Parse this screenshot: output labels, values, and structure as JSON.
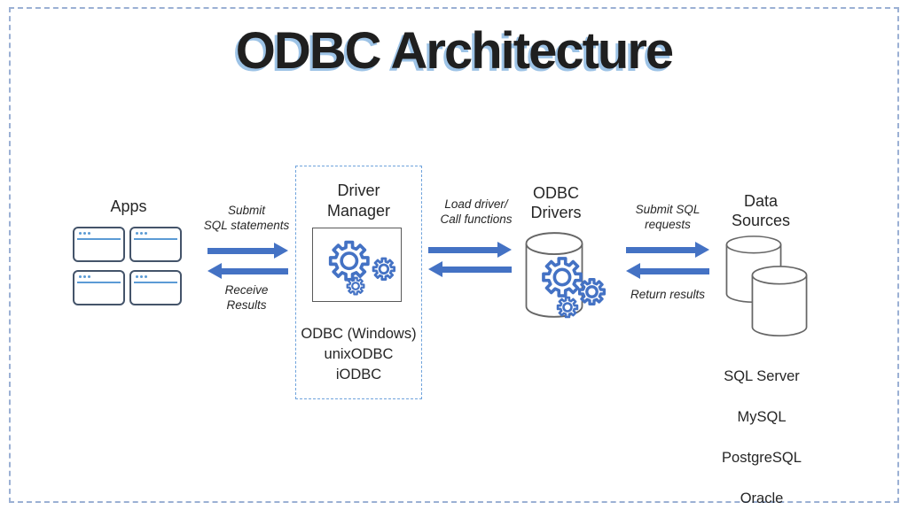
{
  "title": "ODBC Architecture",
  "colors": {
    "title_text": "#1F1F1F",
    "title_shadow": "#9DC3E6",
    "text": "#262626",
    "arrow": "#4472C4",
    "gear": "#4472C4",
    "window_border": "#44546A",
    "window_accent": "#5B9BD5",
    "cylinder": "#666666",
    "dm_border": "#6FA3DC",
    "page_border": "#9BB0D4"
  },
  "apps": {
    "label": "Apps",
    "window_count": 4
  },
  "flows": {
    "apps_to_dm": {
      "forward": "Submit\nSQL statements",
      "backward": "Receive\nResults"
    },
    "dm_to_drivers": {
      "forward": "Load driver/\nCall functions"
    },
    "drivers_to_sources": {
      "forward": "Submit SQL\nrequests",
      "backward": "Return results"
    }
  },
  "driver_manager": {
    "label": "Driver\nManager",
    "icon": "gears-icon",
    "implementations": [
      "ODBC (Windows)",
      "unixODBC",
      "iODBC"
    ]
  },
  "odbc_drivers": {
    "label": "ODBC\nDrivers",
    "icon": "database-gears-icon"
  },
  "data_sources": {
    "label": "Data\nSources",
    "icon": "databases-icon",
    "examples": [
      "SQL Server",
      "MySQL",
      "PostgreSQL",
      "Oracle"
    ]
  }
}
